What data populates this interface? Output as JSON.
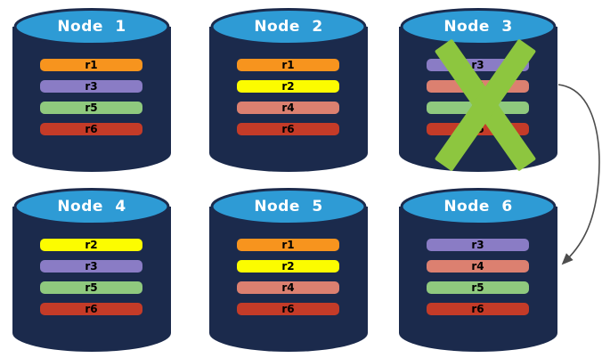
{
  "palette": {
    "cylinder_body": "#1B2A4C",
    "cylinder_top": "#2E9BD5",
    "title_text": "#FFFFFF",
    "bar_label": "#000000",
    "x_mark": "#8DC63F",
    "arrow": "#4D4D4D",
    "background": "#FFFFFF",
    "replica_colors": {
      "r1": "#F7941E",
      "r2": "#FCFC00",
      "r3": "#8A7CC5",
      "r4": "#DC8070",
      "r5": "#8FC97E",
      "r6": "#C43B28"
    }
  },
  "nodes": [
    {
      "title": "Node 1",
      "bars": [
        {
          "label": "r1",
          "color": "#F7941E"
        },
        {
          "label": "r3",
          "color": "#8A7CC5"
        },
        {
          "label": "r5",
          "color": "#8FC97E"
        },
        {
          "label": "r6",
          "color": "#C43B28"
        }
      ]
    },
    {
      "title": "Node 2",
      "bars": [
        {
          "label": "r1",
          "color": "#F7941E"
        },
        {
          "label": "r2",
          "color": "#FCFC00"
        },
        {
          "label": "r4",
          "color": "#DC8070"
        },
        {
          "label": "r6",
          "color": "#C43B28"
        }
      ]
    },
    {
      "title": "Node 3",
      "failed": true,
      "bars": [
        {
          "label": "r3",
          "color": "#8A7CC5"
        },
        {
          "label": "r4",
          "color": "#DC8070"
        },
        {
          "label": "r5",
          "color": "#8FC97E"
        },
        {
          "label": "r6",
          "color": "#C43B28"
        }
      ]
    },
    {
      "title": "Node 4",
      "bars": [
        {
          "label": "r2",
          "color": "#FCFC00"
        },
        {
          "label": "r3",
          "color": "#8A7CC5"
        },
        {
          "label": "r5",
          "color": "#8FC97E"
        },
        {
          "label": "r6",
          "color": "#C43B28"
        }
      ]
    },
    {
      "title": "Node 5",
      "bars": [
        {
          "label": "r1",
          "color": "#F7941E"
        },
        {
          "label": "r2",
          "color": "#FCFC00"
        },
        {
          "label": "r4",
          "color": "#DC8070"
        },
        {
          "label": "r6",
          "color": "#C43B28"
        }
      ]
    },
    {
      "title": "Node 6",
      "bars": [
        {
          "label": "r3",
          "color": "#8A7CC5"
        },
        {
          "label": "r4",
          "color": "#DC8070"
        },
        {
          "label": "r5",
          "color": "#8FC97E"
        },
        {
          "label": "r6",
          "color": "#C43B28"
        }
      ]
    }
  ],
  "annotations": {
    "x_mark_over": "Node 3",
    "arrow_from": "Node 3",
    "arrow_to": "Node 6"
  }
}
